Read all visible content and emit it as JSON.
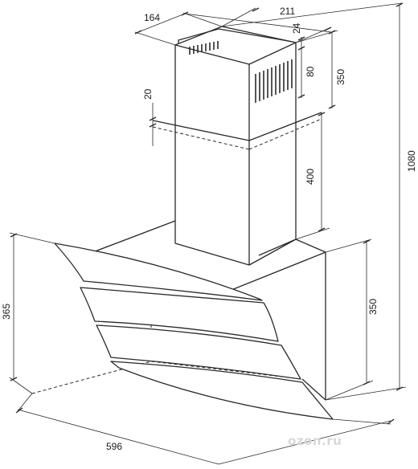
{
  "dimensions": {
    "chimney_depth": "164",
    "chimney_width": "211",
    "top_offset": "24",
    "vent_height": "80",
    "upper_chimney_height": "350",
    "overlap": "20",
    "lower_chimney_height": "400",
    "total_height": "1080",
    "hood_height": "365",
    "body_height": "350",
    "hood_width": "596"
  },
  "watermark": "ozon.ru"
}
